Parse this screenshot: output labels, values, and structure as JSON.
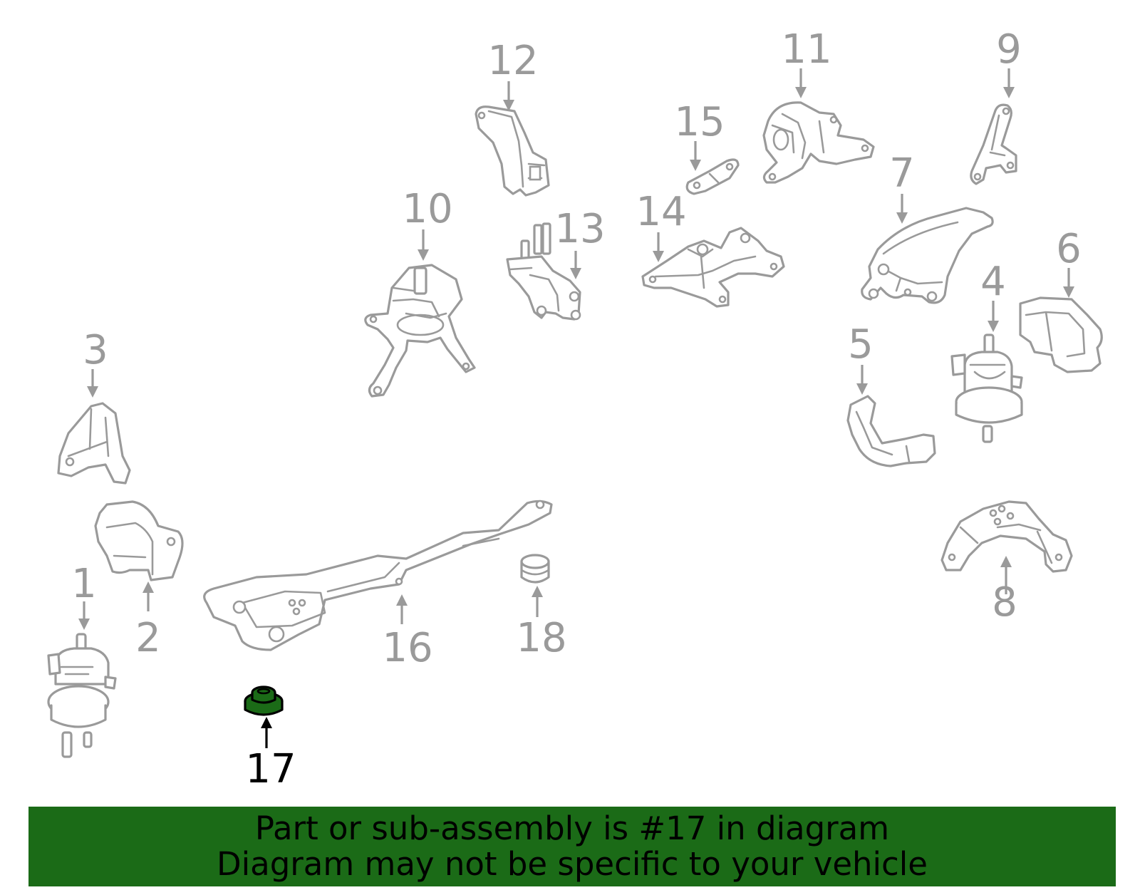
{
  "diagram": {
    "callouts": [
      {
        "id": "c1",
        "label": "1"
      },
      {
        "id": "c2",
        "label": "2"
      },
      {
        "id": "c3",
        "label": "3"
      },
      {
        "id": "c4",
        "label": "4"
      },
      {
        "id": "c5",
        "label": "5"
      },
      {
        "id": "c6",
        "label": "6"
      },
      {
        "id": "c7",
        "label": "7"
      },
      {
        "id": "c8",
        "label": "8"
      },
      {
        "id": "c9",
        "label": "9"
      },
      {
        "id": "c10",
        "label": "10"
      },
      {
        "id": "c11",
        "label": "11"
      },
      {
        "id": "c12",
        "label": "12"
      },
      {
        "id": "c13",
        "label": "13"
      },
      {
        "id": "c14",
        "label": "14"
      },
      {
        "id": "c15",
        "label": "15"
      },
      {
        "id": "c16",
        "label": "16"
      },
      {
        "id": "c17",
        "label": "17"
      },
      {
        "id": "c18",
        "label": "18"
      }
    ],
    "highlighted_part": "17",
    "colors": {
      "highlight": "#1b6b17",
      "outline": "#9a9a9a",
      "banner": "#1b6b17"
    }
  },
  "banner": {
    "line1": "Part or sub-assembly is #17 in diagram",
    "line2": "Diagram may not be specific to your vehicle"
  }
}
